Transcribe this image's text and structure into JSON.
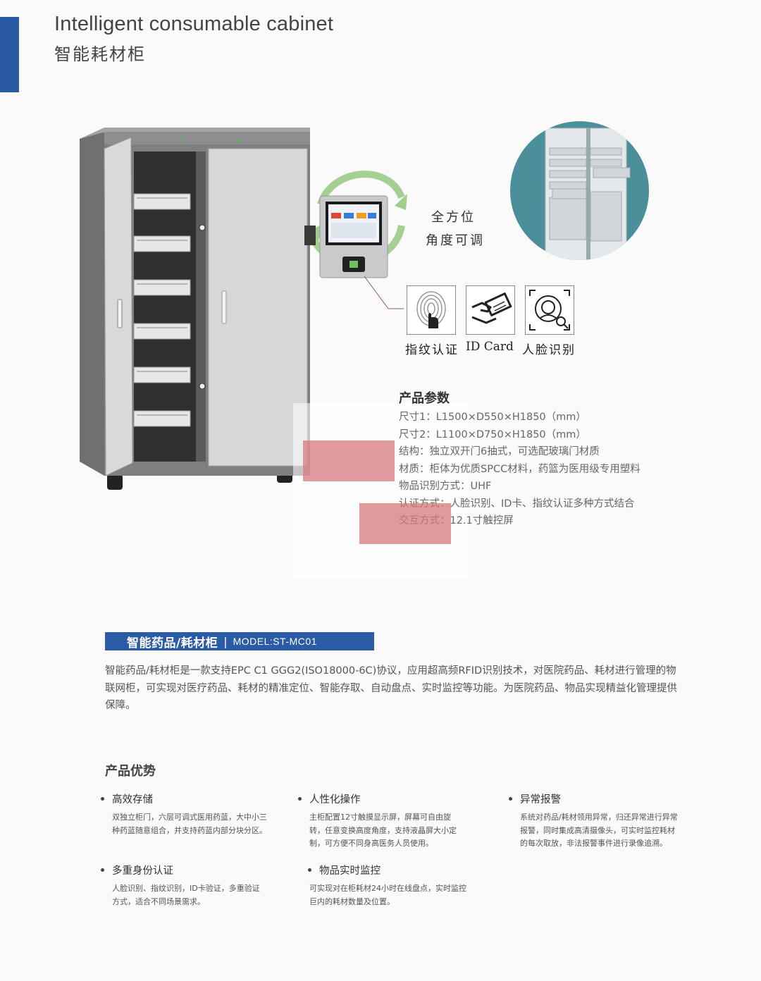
{
  "header": {
    "title_en": "Intelligent consumable cabinet",
    "title_cn": "智能耗材柜"
  },
  "screen_feature": {
    "line1": "全方位",
    "line2": "角度可调"
  },
  "auth_methods": [
    {
      "label": "指纹认证",
      "icon": "fingerprint-icon"
    },
    {
      "label": "ID Card",
      "icon": "id-card-icon"
    },
    {
      "label": "人脸识别",
      "icon": "face-recognition-icon"
    }
  ],
  "params": {
    "title": "产品参数",
    "items": [
      "尺寸1：L1500×D550×H1850（mm）",
      "尺寸2：L1100×D750×H1850（mm）",
      "结构：独立双开门6抽式，可选配玻璃门材质",
      "材质：柜体为优质SPCC材料，药篮为医用级专用塑料",
      "物品识别方式：UHF",
      "认证方式：人脸识别、ID卡、指纹认证多种方式结合",
      "交互方式：12.1寸触控屏"
    ]
  },
  "model": {
    "name": "智能药品/耗材柜",
    "separator": "|",
    "code": "MODEL:ST-MC01"
  },
  "intro": "智能药品/耗材柜是一款支持EPC C1 GGG2(ISO18000-6C)协议，应用超高频RFID识别技术，对医院药品、耗材进行管理的物联网柜，可实现对医疗药品、耗材的精准定位、智能存取、自动盘点、实时监控等功能。为医院药品、物品实现精益化管理提供保障。",
  "advantages": {
    "title": "产品优势",
    "items": [
      {
        "title": "高效存储",
        "body": "双独立柜门，六层可调式医用药蓝，大中小三种药蓝随意组合，并支持药蓝内部分块分区。"
      },
      {
        "title": "人性化操作",
        "body": "主柜配置12寸触摸显示屏，屏幕可自由旋转，任意变换高度角度，支持液晶屏大小定制，可方便不同身高医务人员使用。"
      },
      {
        "title": "异常报警",
        "body": "系统对药品/耗材领用异常，归还异常进行异常报警，同时集成高清摄像头，可实时监控耗材的每次取放，非法报警事件进行录像追溯。"
      },
      {
        "title": "多重身份认证",
        "body": "人脸识别、指纹识别，ID卡验证，多重验证方式，适合不同场景需求。"
      },
      {
        "title": "物品实时监控",
        "body": "可实现对在柜耗材24小时在线盘点，实时监控巨内的耗材数量及位置。"
      }
    ]
  },
  "colors": {
    "accent_blue": "#2b5aa5",
    "cabinet_gray": "#8a8b8d",
    "arrow_green": "#8fc57a"
  }
}
